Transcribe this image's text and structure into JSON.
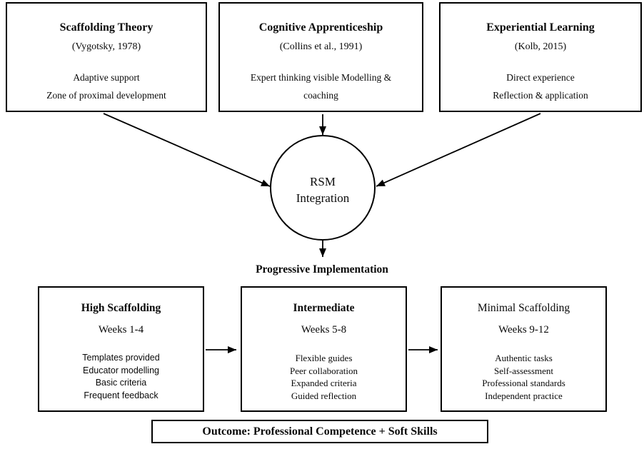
{
  "figure": {
    "theories": [
      {
        "title": "Scaffolding Theory",
        "citation": "(Vygotsky, 1978)",
        "points": [
          "Adaptive support",
          "Zone of proximal development"
        ]
      },
      {
        "title": "Cognitive Apprenticeship",
        "citation": "(Collins et al., 1991)",
        "points": [
          "Expert thinking visible Modelling &",
          "coaching"
        ]
      },
      {
        "title": "Experiential Learning",
        "citation": "(Kolb, 2015)",
        "points": [
          "Direct experience",
          "Reflection & application"
        ]
      }
    ],
    "hub": {
      "line1": "RSM",
      "line2": "Integration"
    },
    "stage_label": "Progressive Implementation",
    "phases": [
      {
        "title": "High Scaffolding",
        "weeks": "Weeks 1-4",
        "points": [
          "Templates provided",
          "Educator modelling",
          "Basic criteria",
          "Frequent feedback"
        ]
      },
      {
        "title": "Intermediate",
        "weeks": "Weeks 5-8",
        "points": [
          "Flexible guides",
          "Peer collaboration",
          "Expanded criteria",
          "Guided reflection"
        ]
      },
      {
        "title": "Minimal Scaffolding",
        "weeks": "Weeks 9-12",
        "points": [
          "Authentic tasks",
          "Self-assessment",
          "Professional standards",
          "Independent practice"
        ]
      }
    ],
    "outcome": "Outcome: Professional Competence + Soft Skills",
    "colors": {
      "ink": "#000000",
      "background": "#ffffff"
    }
  }
}
